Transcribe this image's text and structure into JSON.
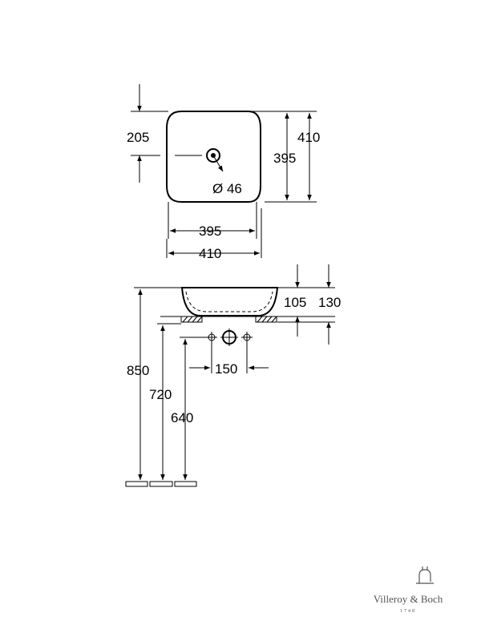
{
  "top_view": {
    "dim_205": "205",
    "dim_410_h": "410",
    "dim_395_h": "395",
    "dim_diameter": "Ø 46",
    "dim_395_w": "395",
    "dim_410_w": "410"
  },
  "side_view": {
    "dim_105": "105",
    "dim_130": "130",
    "dim_150": "150",
    "dim_850": "850",
    "dim_720": "720",
    "dim_640": "640"
  },
  "brand": {
    "name": "Villeroy & Boch",
    "year": "1748",
    "logo_icon": "faucet-logo-icon"
  }
}
